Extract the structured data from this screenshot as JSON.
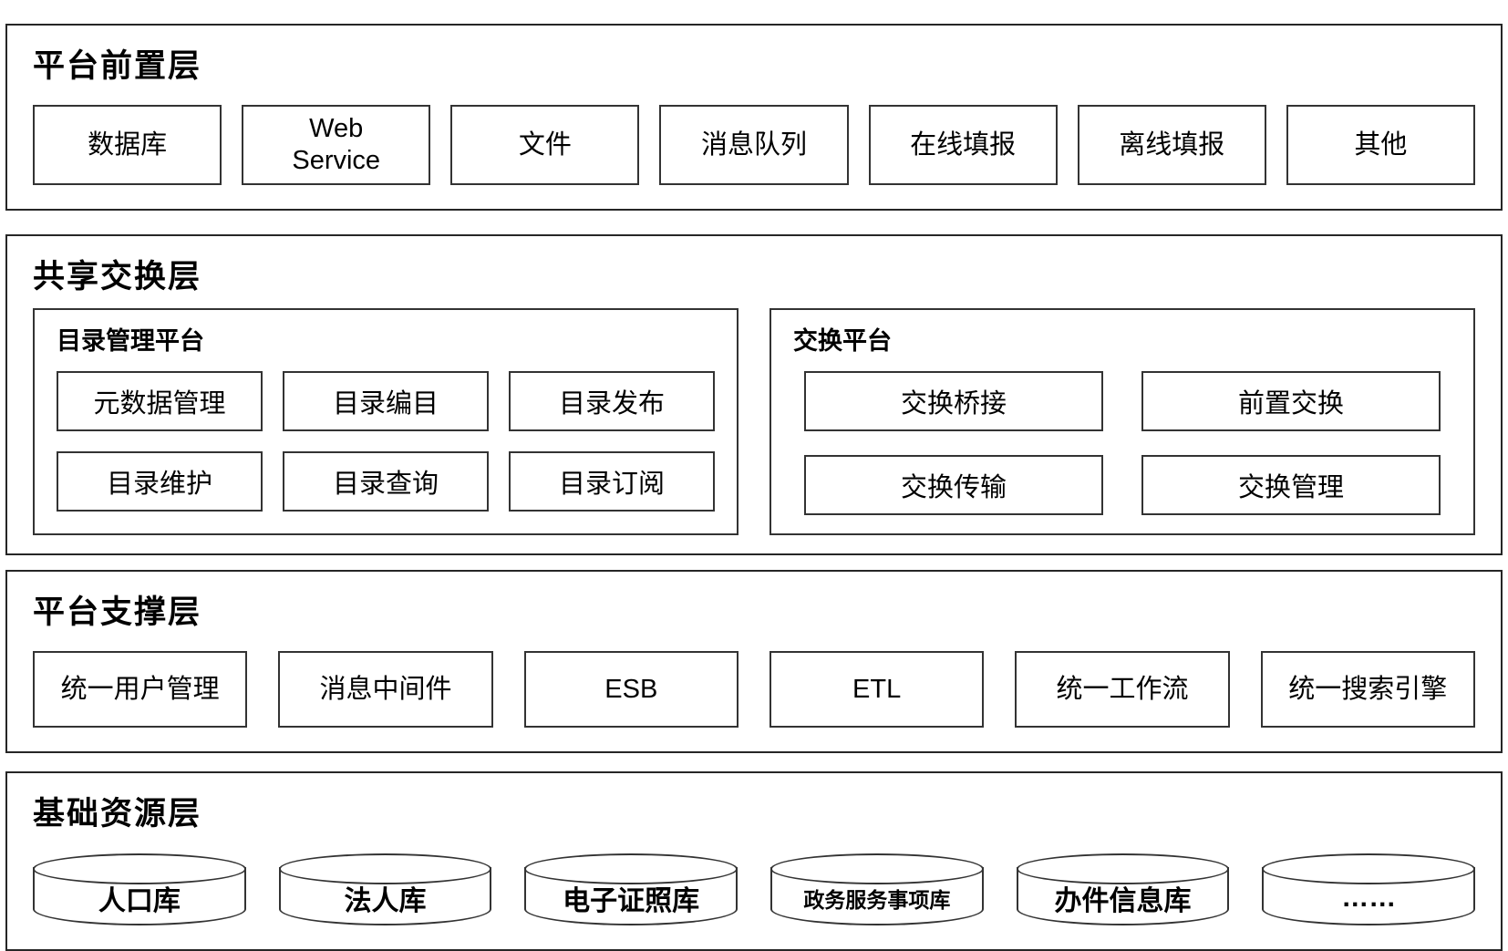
{
  "colors": {
    "border": "#262626",
    "inner_border": "#333333",
    "background": "#ffffff",
    "text": "#000000"
  },
  "layers": {
    "front": {
      "title": "平台前置层",
      "items": [
        "数据库",
        "Web Service",
        "文件",
        "消息队列",
        "在线填报",
        "离线填报",
        "其他"
      ]
    },
    "exchange": {
      "title": "共享交换层",
      "groups": [
        {
          "title": "目录管理平台",
          "items": [
            "元数据管理",
            "目录编目",
            "目录发布",
            "目录维护",
            "目录查询",
            "目录订阅"
          ]
        },
        {
          "title": "交换平台",
          "items": [
            "交换桥接",
            "前置交换",
            "交换传输",
            "交换管理"
          ]
        }
      ]
    },
    "support": {
      "title": "平台支撑层",
      "items": [
        "统一用户管理",
        "消息中间件",
        "ESB",
        "ETL",
        "统一工作流",
        "统一搜索引擎"
      ]
    },
    "resource": {
      "title": "基础资源层",
      "items": [
        "人口库",
        "法人库",
        "电子证照库",
        "政务服务事项库",
        "办件信息库",
        "……"
      ]
    }
  }
}
